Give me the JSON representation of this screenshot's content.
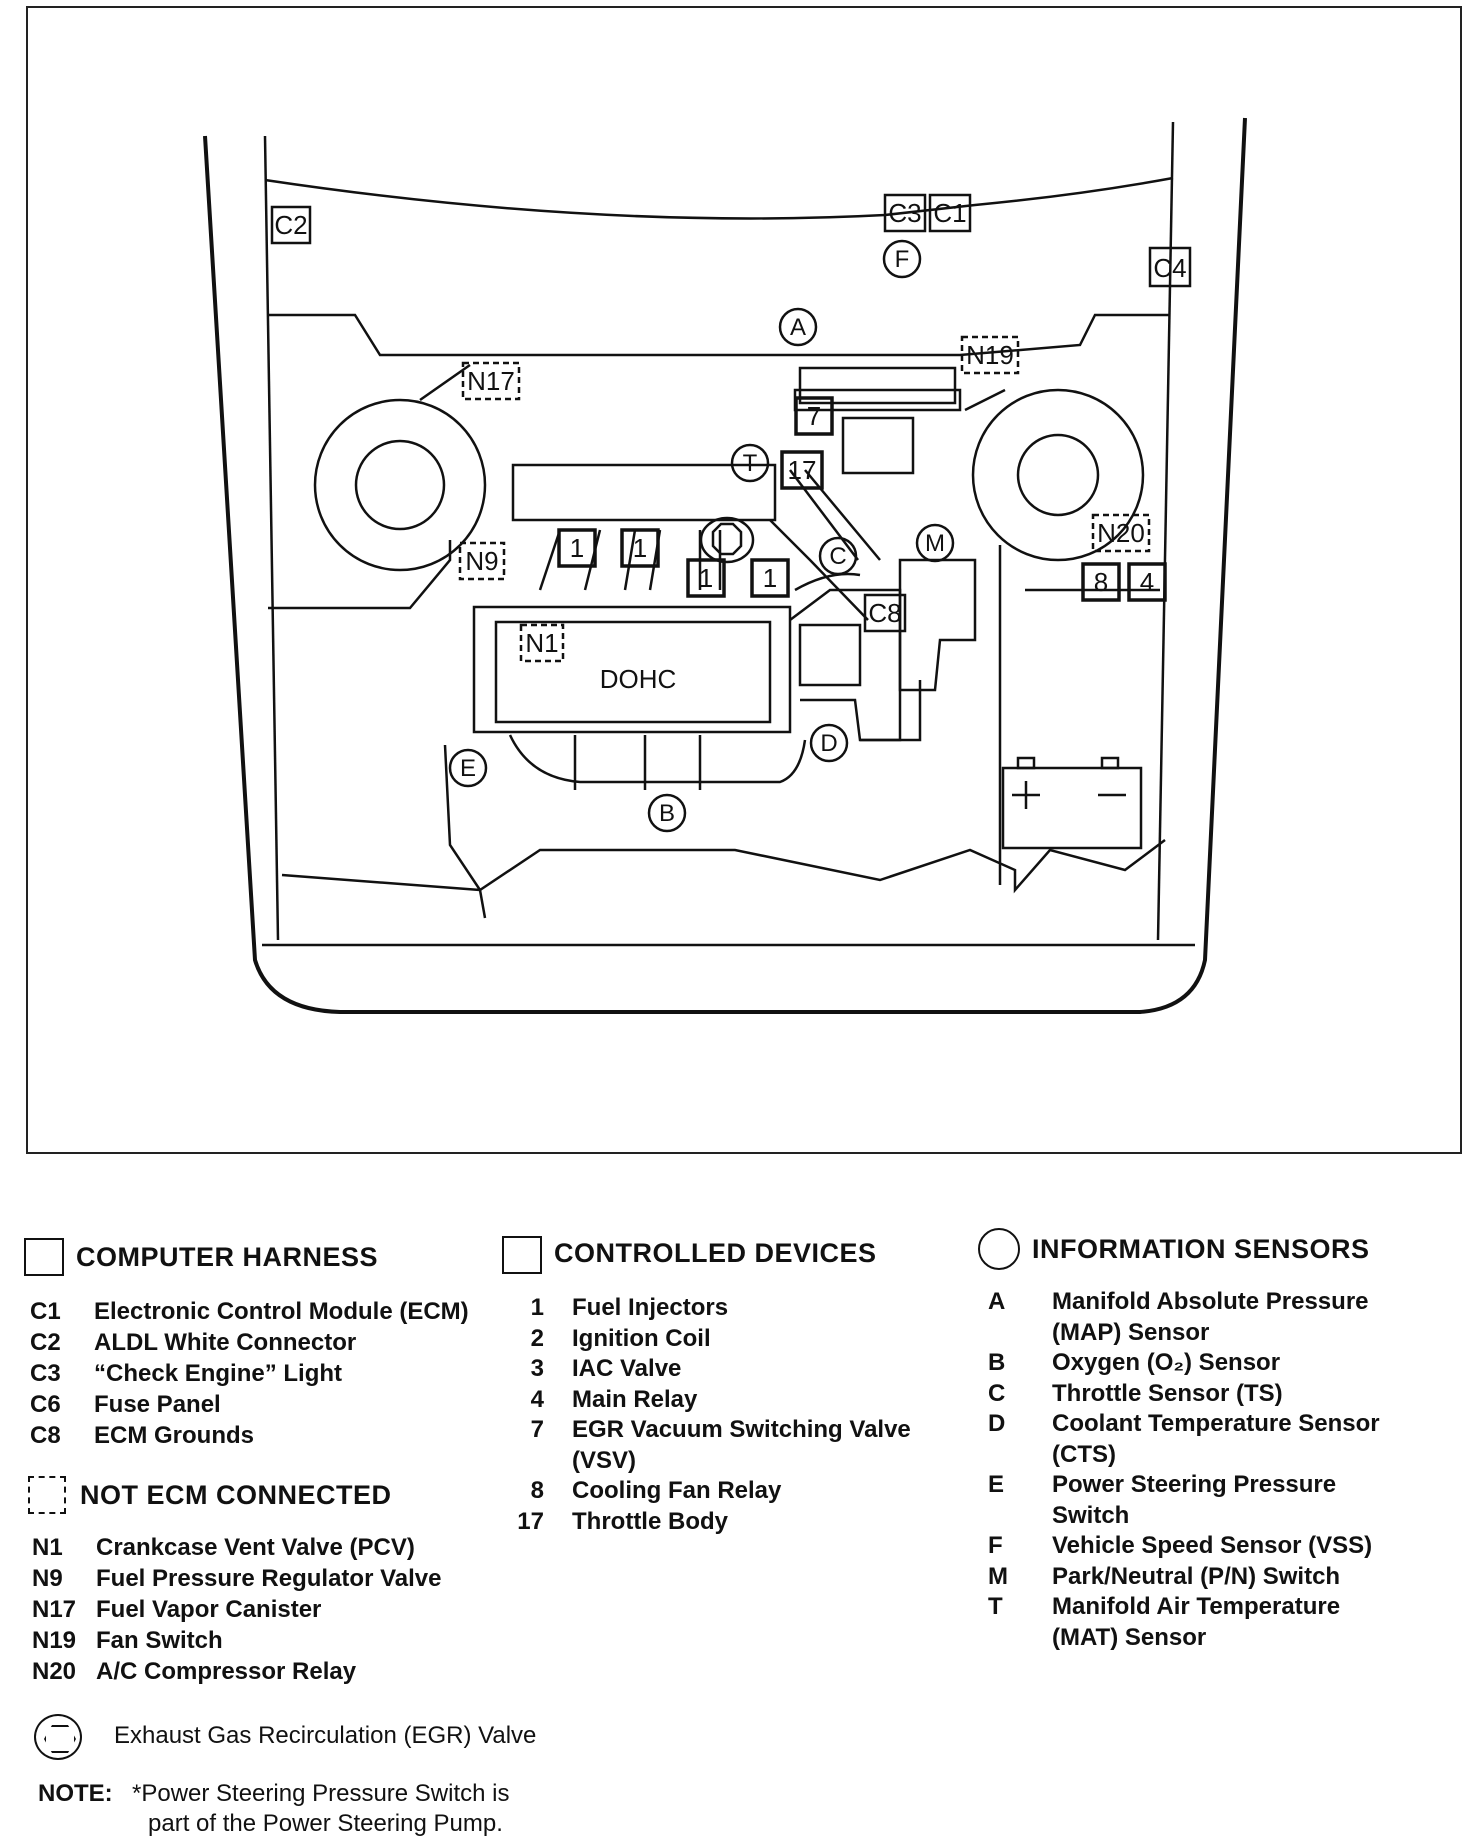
{
  "diagram": {
    "computer_harness_tags": [
      "C1",
      "C2",
      "C3",
      "C4",
      "C8"
    ],
    "not_ecm_tags": [
      "N1",
      "N9",
      "N17",
      "N19",
      "N20"
    ],
    "controlled_device_tags": [
      "1",
      "1",
      "1",
      "1",
      "7",
      "17",
      "8",
      "4"
    ],
    "sensor_tags": [
      "A",
      "B",
      "C",
      "D",
      "E",
      "F",
      "M",
      "T"
    ],
    "engine_label": "DOHC",
    "battery_plus": "+",
    "battery_minus": "−"
  },
  "legend": {
    "computer_harness": {
      "title": "COMPUTER HARNESS",
      "items": [
        {
          "code": "C1",
          "desc": "Electronic Control Module (ECM)"
        },
        {
          "code": "C2",
          "desc": "ALDL White Connector"
        },
        {
          "code": "C3",
          "desc": "“Check Engine” Light"
        },
        {
          "code": "C6",
          "desc": "Fuse Panel"
        },
        {
          "code": "C8",
          "desc": "ECM Grounds"
        }
      ]
    },
    "not_ecm_connected": {
      "title": "NOT ECM CONNECTED",
      "items": [
        {
          "code": "N1",
          "desc": "Crankcase Vent Valve (PCV)"
        },
        {
          "code": "N9",
          "desc": "Fuel Pressure Regulator Valve"
        },
        {
          "code": "N17",
          "desc": "Fuel Vapor Canister"
        },
        {
          "code": "N19",
          "desc": "Fan Switch"
        },
        {
          "code": "N20",
          "desc": "A/C Compressor Relay"
        }
      ]
    },
    "controlled_devices": {
      "title": "CONTROLLED DEVICES",
      "items": [
        {
          "code": "1",
          "desc": "Fuel Injectors"
        },
        {
          "code": "2",
          "desc": "Ignition Coil"
        },
        {
          "code": "3",
          "desc": "IAC Valve"
        },
        {
          "code": "4",
          "desc": "Main Relay"
        },
        {
          "code": "7",
          "desc": "EGR Vacuum Switching Valve"
        },
        {
          "code": "",
          "desc": "(VSV)"
        },
        {
          "code": "8",
          "desc": "Cooling Fan Relay"
        },
        {
          "code": "17",
          "desc": "Throttle Body"
        }
      ]
    },
    "information_sensors": {
      "title": "INFORMATION SENSORS",
      "items": [
        {
          "code": "A",
          "desc": "Manifold Absolute Pressure"
        },
        {
          "code": "",
          "desc": "(MAP) Sensor"
        },
        {
          "code": "B",
          "desc": "Oxygen (O₂) Sensor"
        },
        {
          "code": "C",
          "desc": "Throttle Sensor (TS)"
        },
        {
          "code": "D",
          "desc": "Coolant Temperature Sensor"
        },
        {
          "code": "",
          "desc": "(CTS)"
        },
        {
          "code": "E",
          "desc": "Power Steering Pressure"
        },
        {
          "code": "",
          "desc": "Switch"
        },
        {
          "code": "F",
          "desc": "Vehicle Speed Sensor (VSS)"
        },
        {
          "code": "M",
          "desc": "Park/Neutral (P/N) Switch"
        },
        {
          "code": "T",
          "desc": "Manifold Air Temperature"
        },
        {
          "code": "",
          "desc": "(MAT) Sensor"
        }
      ]
    },
    "egr": "Exhaust Gas Recirculation (EGR) Valve",
    "note_label": "NOTE:",
    "note_line1": "*Power Steering Pressure Switch is",
    "note_line2": "part of the Power Steering Pump."
  }
}
